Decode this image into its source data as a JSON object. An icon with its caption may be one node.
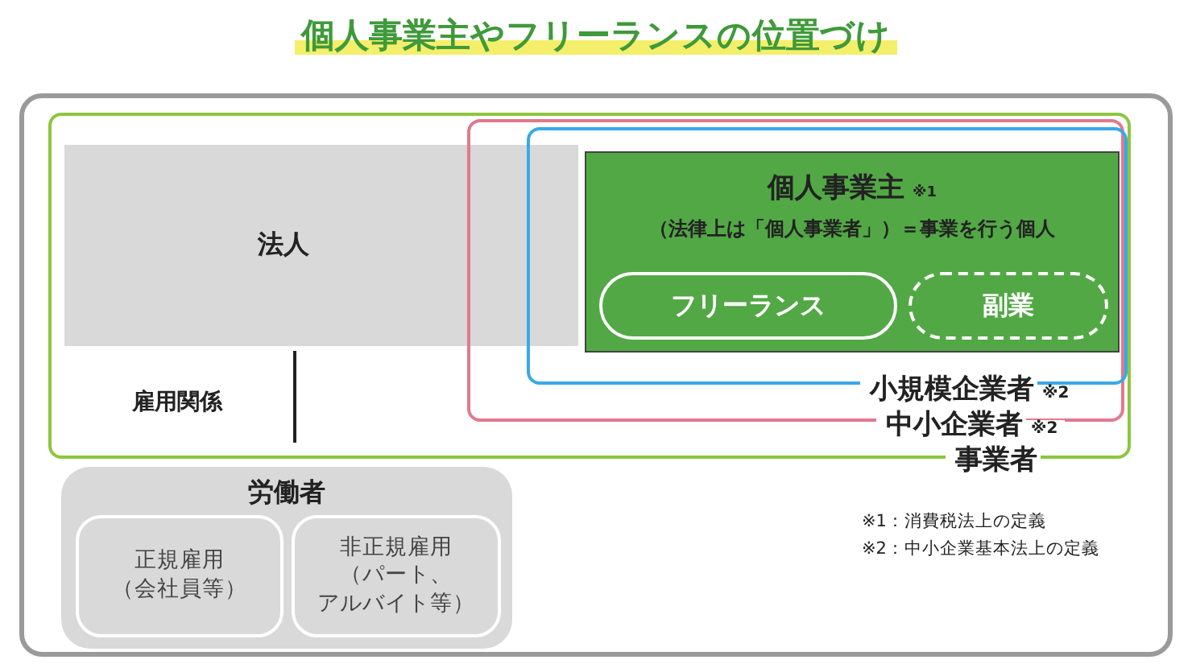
{
  "diagram": {
    "title": "個人事業主やフリーランスの位置づけ",
    "nodes": [
      {
        "text": [
          "事業者"
        ]
      },
      {
        "text": [
          "中小企業者",
          "※2"
        ],
        "in": 0
      },
      {
        "text": [
          "小規模企業者",
          "※2"
        ],
        "in": 1
      },
      {
        "text": [
          "個人事業主",
          "※1",
          "（法律上は「個人事業者」）＝事業を行う個人"
        ],
        "in": 2
      },
      {
        "text": [
          "フリーランス"
        ],
        "in": 3
      },
      {
        "text": [
          "副業"
        ],
        "in": 3
      },
      {
        "text": [
          "法人"
        ],
        "in": 0
      },
      {
        "text": [
          "労働者"
        ]
      },
      {
        "text": [
          "正規雇用（会社員等）"
        ],
        "in": 7
      },
      {
        "text": [
          "非正規雇用（パート、アルバイト等）"
        ],
        "in": 7
      }
    ],
    "labels": [
      "雇用関係",
      "※1：消費税法上の定義",
      "※2：中小企業基本法上の定義"
    ]
  }
}
